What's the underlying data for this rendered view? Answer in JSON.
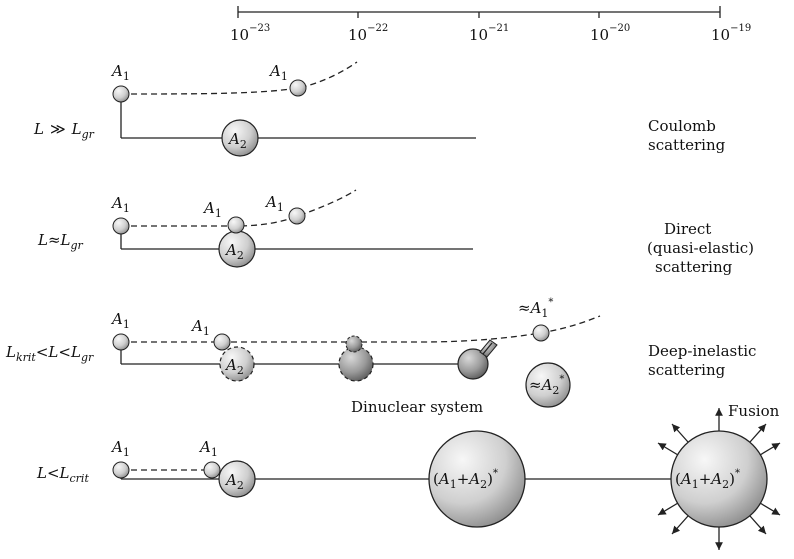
{
  "time_axis": {
    "ticks": [
      {
        "base": "10",
        "exp": "−23"
      },
      {
        "base": "10",
        "exp": "−22"
      },
      {
        "base": "10",
        "exp": "−21"
      },
      {
        "base": "10",
        "exp": "−20"
      },
      {
        "base": "10",
        "exp": "−19"
      }
    ]
  },
  "nuclei": {
    "projectile": {
      "symbol": "A",
      "index": "1"
    },
    "target": {
      "symbol": "A",
      "index": "2"
    }
  },
  "rows": [
    {
      "condition": {
        "L": "L",
        "relation": "≫",
        "rhs": "L",
        "rhs_sub": "gr"
      },
      "process_lines": [
        "Coulomb",
        "scattering"
      ]
    },
    {
      "condition": {
        "L": "L",
        "relation": "≈",
        "rhs": "L",
        "rhs_sub": "gr"
      },
      "process_lines": [
        "Direct",
        "(quasi-elastic)",
        "scattering"
      ]
    },
    {
      "condition": {
        "lhs": "L",
        "lhs_sub": "krit",
        "lt1": "<",
        "L": "L",
        "lt2": "<",
        "rhs": "L",
        "rhs_sub": "gr"
      },
      "process_lines": [
        "Deep-inelastic",
        "scattering"
      ],
      "ejectile": {
        "prefix": "≈",
        "symbol": "A",
        "index": "1",
        "sup": "*"
      },
      "residual": {
        "prefix": "≈",
        "symbol": "A",
        "index": "2",
        "sup": "*"
      },
      "dinuclear_label": "Dinuclear system"
    },
    {
      "condition": {
        "L": "L",
        "relation": "<",
        "rhs": "L",
        "rhs_sub": "crit"
      },
      "compound": {
        "open": "(",
        "a1": "A",
        "i1": "1",
        "plus": "+",
        "a2": "A",
        "i2": "2",
        "close": ")",
        "sup": "*"
      },
      "fusion_label": "Fusion"
    }
  ]
}
